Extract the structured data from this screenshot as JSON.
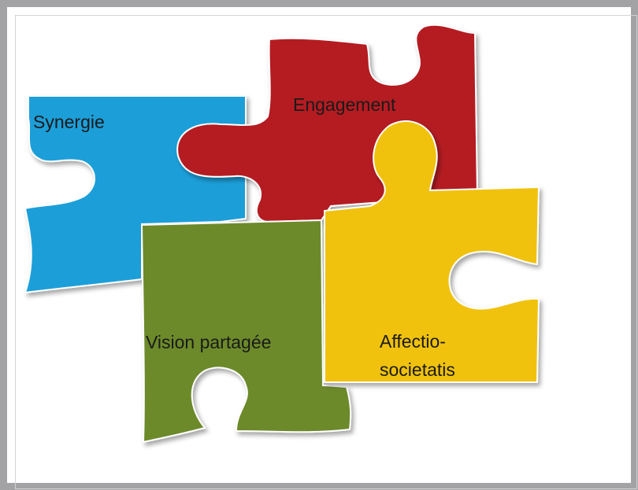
{
  "pieces": [
    {
      "id": "synergie",
      "label": "Synergie",
      "color": "#1d9fd9"
    },
    {
      "id": "engagement",
      "label": "Engagement",
      "color": "#b41c21"
    },
    {
      "id": "vision",
      "label": "Vision partagée",
      "color": "#6c8a2c"
    },
    {
      "id": "affectio",
      "label_line1": "Affectio-",
      "label_line2": "societatis",
      "color": "#f0c20a"
    }
  ]
}
